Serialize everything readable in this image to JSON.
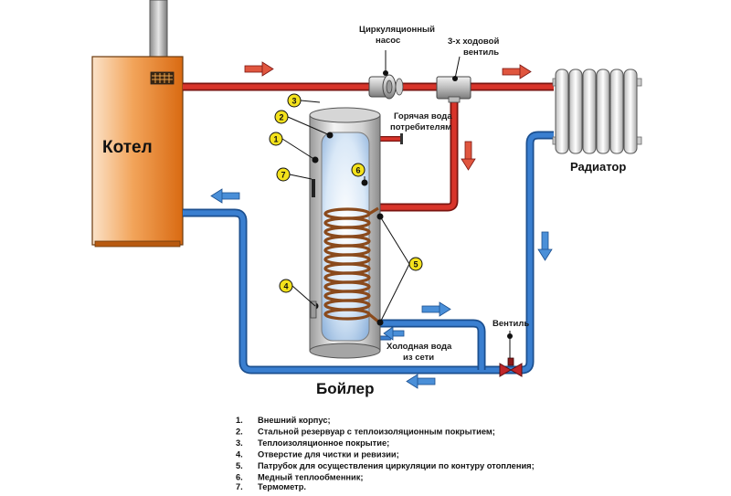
{
  "labels": {
    "boiler_unit": "Котел",
    "radiator": "Радиатор",
    "tank": "Бойлер",
    "pump": [
      "Циркуляционный",
      "насос"
    ],
    "three_way_valve": [
      "3-х ходовой",
      "вентиль"
    ],
    "hot_water": [
      "Горячая вода",
      "потребителям"
    ],
    "cold_water": [
      "Холодная вода",
      "из сети"
    ],
    "valve": "Вентиль"
  },
  "callouts": [
    "1",
    "2",
    "3",
    "4",
    "5",
    "6",
    "7"
  ],
  "legend": [
    {
      "num": "1.",
      "text": "Внешний корпус;"
    },
    {
      "num": "2.",
      "text": "Стальной резервуар с теплоизоляционным покрытием;"
    },
    {
      "num": "3.",
      "text": "Теплоизоляционное покрытие;"
    },
    {
      "num": "4.",
      "text": "Отверстие для чистки и ревизии;"
    },
    {
      "num": "5.",
      "text": "Патрубок для осуществления циркуляции по контуру отопления;"
    },
    {
      "num": "6.",
      "text": "Медный теплообменник;"
    },
    {
      "num": "7.",
      "text": "Термометр."
    }
  ],
  "colors": {
    "hot_pipe": "#d8342a",
    "cold_pipe": "#3a7fd0",
    "boiler_body": "#e8812a",
    "callout_fill": "#f4e21c",
    "coil": "#8a4a1c"
  }
}
